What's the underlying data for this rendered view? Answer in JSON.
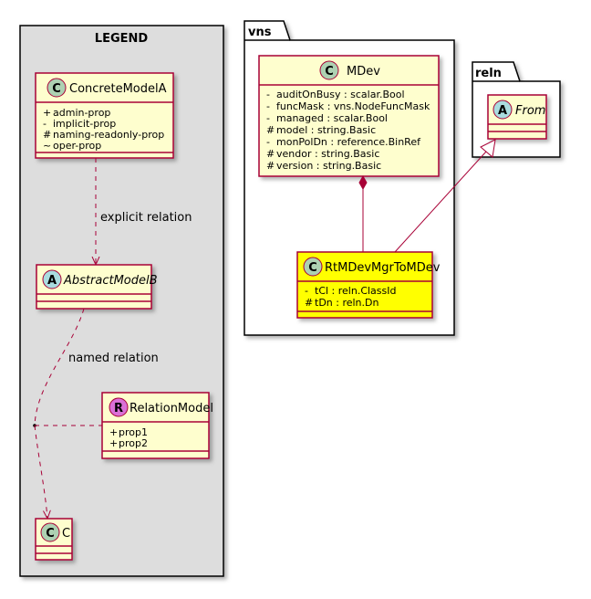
{
  "legend": {
    "title": "LEGEND",
    "concrete_model": {
      "stereotype": "C",
      "name": "ConcreteModelA",
      "attributes": [
        {
          "vis": "+",
          "text": "admin-prop"
        },
        {
          "vis": "-",
          "text": "implicit-prop"
        },
        {
          "vis": "#",
          "text": "naming-readonly-prop"
        },
        {
          "vis": "~",
          "text": "oper-prop"
        }
      ]
    },
    "abstract_model": {
      "stereotype": "A",
      "name": "AbstractModelB"
    },
    "relation_model": {
      "stereotype": "R",
      "name": "RelationModel",
      "attributes": [
        {
          "vis": "+",
          "text": "prop1"
        },
        {
          "vis": "+",
          "text": "prop2"
        }
      ]
    },
    "class_c": {
      "stereotype": "C",
      "name": "C"
    },
    "explicit_relation_label": "explicit relation",
    "named_relation_label": "named relation"
  },
  "vns": {
    "package_name": "vns",
    "mdev": {
      "stereotype": "C",
      "name": "MDev",
      "attributes": [
        {
          "vis": "-",
          "text": "auditOnBusy : scalar.Bool"
        },
        {
          "vis": "-",
          "text": "funcMask : vns.NodeFuncMask"
        },
        {
          "vis": "-",
          "text": "managed : scalar.Bool"
        },
        {
          "vis": "#",
          "text": "model : string.Basic"
        },
        {
          "vis": "-",
          "text": "monPolDn : reference.BinRef"
        },
        {
          "vis": "#",
          "text": "vendor : string.Basic"
        },
        {
          "vis": "#",
          "text": "version : string.Basic"
        }
      ]
    },
    "rt": {
      "stereotype": "C",
      "name": "RtMDevMgrToMDev",
      "attributes": [
        {
          "vis": "-",
          "text": "tCl : reln.ClassId"
        },
        {
          "vis": "#",
          "text": "tDn : reln.Dn"
        }
      ]
    }
  },
  "reln": {
    "package_name": "reln",
    "from": {
      "stereotype": "A",
      "name": "From"
    }
  },
  "colors": {
    "border": "#a80036",
    "class_fill": "#fefece",
    "highlight_fill": "#ffff00",
    "legend_fill": "#dddddd",
    "c_circle": "#add1b2",
    "a_circle": "#a9dcdf",
    "r_circle": "#da70d6"
  }
}
